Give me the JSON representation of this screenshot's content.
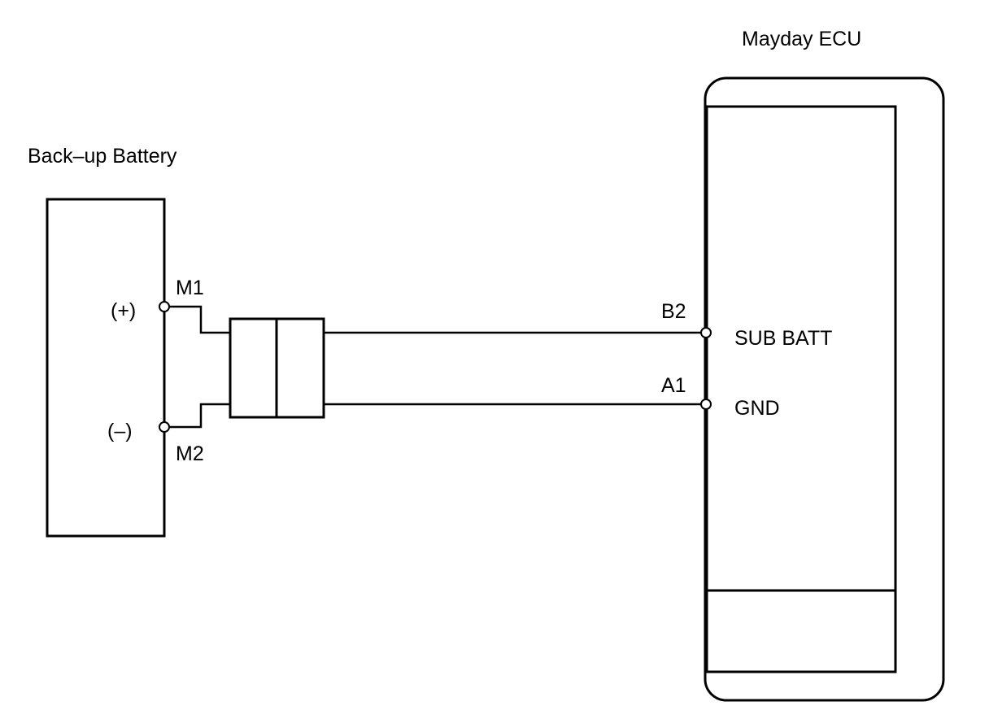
{
  "components": {
    "battery": {
      "title": "Back–up Battery",
      "pins": [
        {
          "id": "M1",
          "label": "M1",
          "polarity": "(+)"
        },
        {
          "id": "M2",
          "label": "M2",
          "polarity": "(–)"
        }
      ]
    },
    "ecu": {
      "title": "Mayday ECU",
      "pins": [
        {
          "id": "B2",
          "label": "B2",
          "signal": "SUB BATT"
        },
        {
          "id": "A1",
          "label": "A1",
          "signal": "GND"
        }
      ]
    }
  },
  "connections": [
    {
      "from": "M1",
      "to": "B2"
    },
    {
      "from": "M2",
      "to": "A1"
    }
  ]
}
